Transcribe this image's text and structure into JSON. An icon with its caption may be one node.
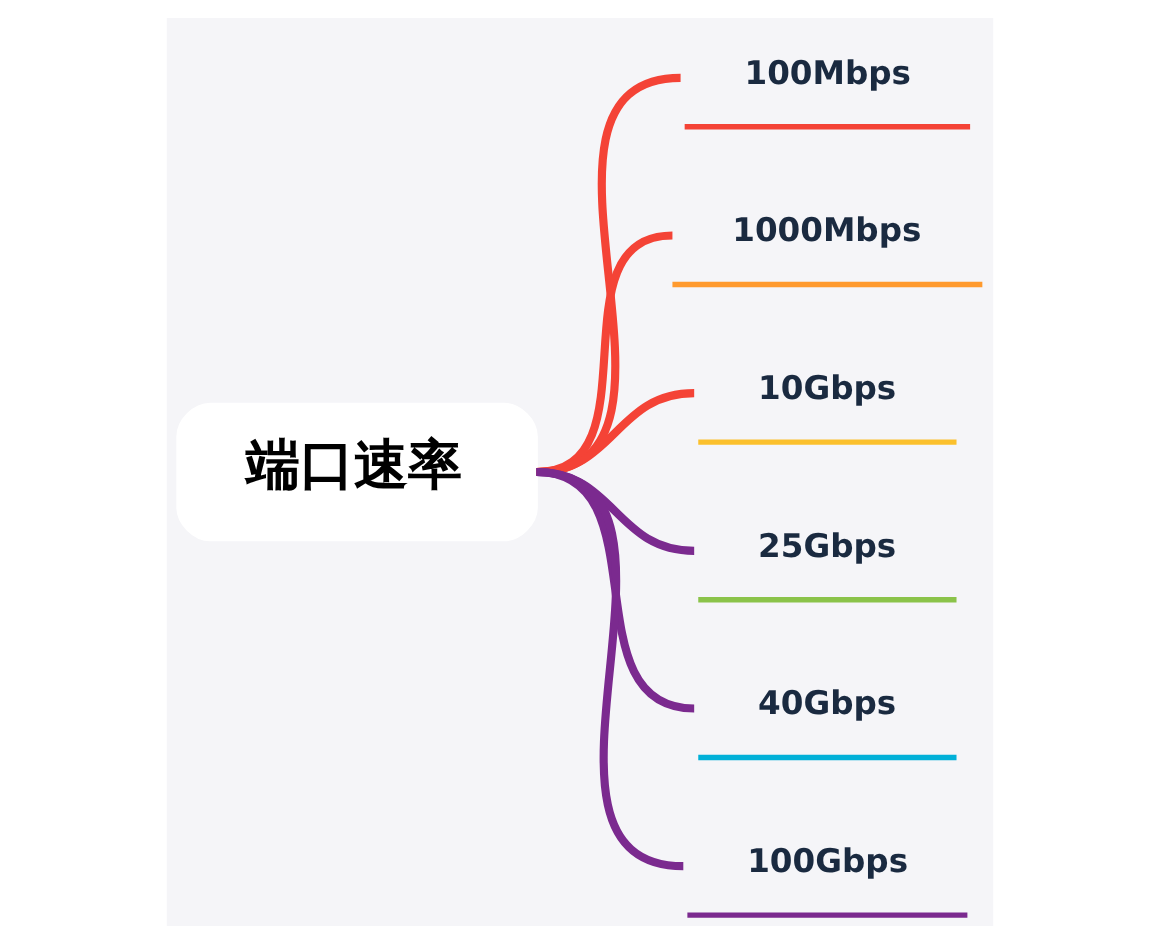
{
  "diagram": {
    "nodes": [
      {
        "text": [
          "端口速率"
        ]
      },
      {
        "text": [
          "100Mbps"
        ]
      },
      {
        "text": [
          "1000Mbps"
        ]
      },
      {
        "text": [
          "10Gbps"
        ]
      },
      {
        "text": [
          "25Gbps"
        ]
      },
      {
        "text": [
          "40Gbps"
        ]
      },
      {
        "text": [
          "100Gbps"
        ]
      }
    ],
    "edges": [
      {
        "from": 0,
        "to": 1,
        "arrow": "none",
        "color": "#f44336"
      },
      {
        "from": 0,
        "to": 2,
        "arrow": "none",
        "color": "#f44336"
      },
      {
        "from": 0,
        "to": 3,
        "arrow": "none",
        "color": "#f44336"
      },
      {
        "from": 0,
        "to": 4,
        "arrow": "none",
        "color": "#7b2a8f"
      },
      {
        "from": 0,
        "to": 5,
        "arrow": "none",
        "color": "#7b2a8f"
      },
      {
        "from": 0,
        "to": 6,
        "arrow": "none",
        "color": "#7b2a8f"
      }
    ]
  }
}
